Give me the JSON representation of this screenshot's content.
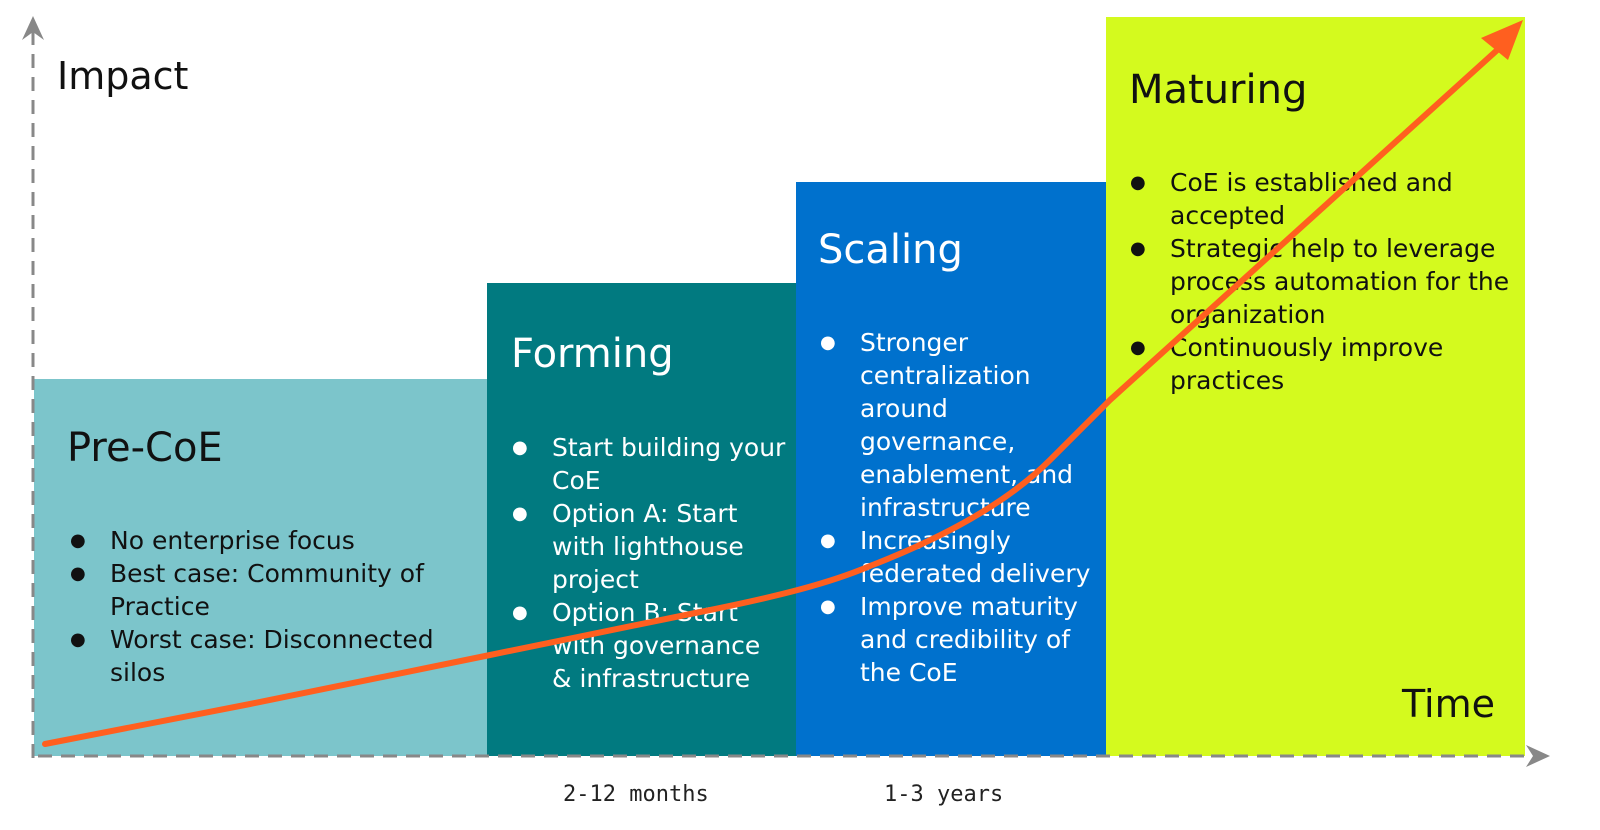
{
  "axes": {
    "y_label": "Impact",
    "x_label": "Time",
    "time_marks": [
      "2-12 months",
      "1-3 years"
    ]
  },
  "stages": [
    {
      "title": "Pre-CoE",
      "color": "#7cc5cb",
      "text_color": "#111111",
      "bullets": [
        "No enterprise focus",
        "Best case: Community of Practice",
        "Worst case: Disconnected silos"
      ]
    },
    {
      "title": "Forming",
      "color": "#017a80",
      "text_color": "#ffffff",
      "bullets": [
        "Start building your CoE",
        "Option A: Start with lighthouse project",
        "Option B: Start with governance & infrastructure"
      ]
    },
    {
      "title": "Scaling",
      "color": "#0071cd",
      "text_color": "#ffffff",
      "bullets": [
        "Stronger centralization around governance, enablement, and infrastructure",
        "Increasingly federated delivery",
        "Improve maturity and credibility of the CoE"
      ]
    },
    {
      "title": "Maturing",
      "color": "#d4fa1e",
      "text_color": "#111111",
      "bullets": [
        "CoE is established and accepted",
        "Strategic help to leverage process automation for the organization",
        "Continuously improve practices"
      ]
    }
  ],
  "colors": {
    "curve": "#ff5f1f",
    "axis": "#888888"
  }
}
